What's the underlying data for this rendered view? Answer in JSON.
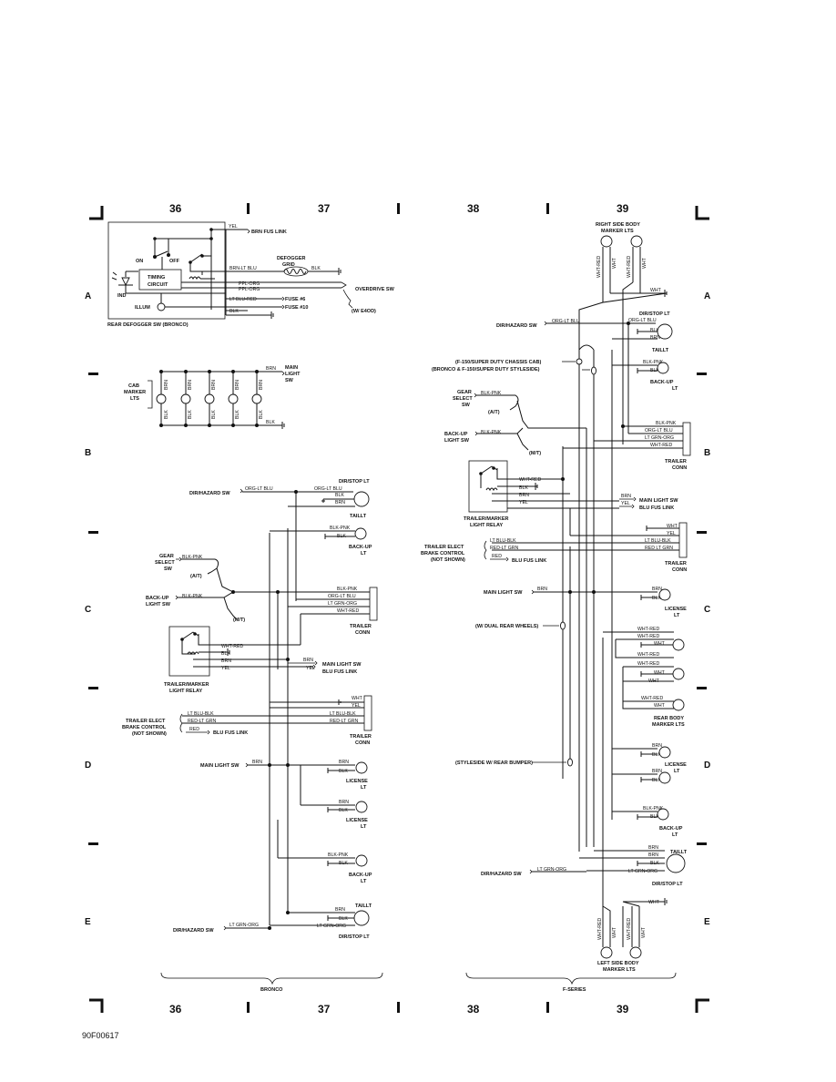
{
  "grid": {
    "columns": [
      "36",
      "37",
      "38",
      "39"
    ],
    "rows": [
      "A",
      "B",
      "C",
      "D",
      "E"
    ]
  },
  "doc_id": "90F00617",
  "sections": {
    "bronco": "BRONCO",
    "fseries": "F-SERIES"
  },
  "defogger": {
    "caption": "REAR DEFOGGER SW (BRONCO)",
    "on": "ON",
    "off": "OFF",
    "timing1": "TIMING",
    "timing2": "CIRCUIT",
    "ind": "IND",
    "illum": "ILLUM",
    "w_yel": "YEL",
    "brn_fus": "BRN FUS LINK",
    "grid1": "DEFOGGER",
    "grid2": "GRID",
    "w_brn_ltblu": "BRN-LT BLU",
    "w_blk": "BLK",
    "w_ppl_org1": "PPL-ORG",
    "w_ppl_org2": "PPL-ORG",
    "overdrive": "OVERDRIVE SW",
    "w_ltblu_red": "LT BLU-RED",
    "fuse6": "FUSE #6",
    "fuse10": "FUSE #10",
    "w_blk2": "BLK",
    "e4od": "(W/ E4OD)"
  },
  "cab_marker": {
    "label1": "CAB",
    "label2": "MARKER",
    "label3": "LTS",
    "w_brn": "BRN",
    "w_blk": "BLK",
    "main1": "MAIN",
    "main2": "LIGHT",
    "main3": "SW",
    "lamp_wires": [
      "BRN",
      "BRN",
      "BRN",
      "BRN",
      "BRN",
      "BLK",
      "BLK",
      "BLK",
      "BLK",
      "BLK"
    ]
  },
  "bronco": {
    "dirhaz": "DIR/HAZARD SW",
    "w_org_ltblu": "ORG-LT BLU",
    "dirstop": "DIR/STOP LT",
    "w_org_ltblu2": "ORG-LT BLU",
    "w_blk": "BLK",
    "w_brn": "BRN",
    "taillt": "TAILLT",
    "w_blk_pnk": "BLK-PNK",
    "w_blk2": "BLK",
    "backup1": "BACK-UP",
    "backup2": "LT",
    "gear1": "GEAR",
    "gear2": "SELECT",
    "gear3": "SW",
    "w_gear_blk_pnk": "BLK-PNK",
    "at": "(A/T)",
    "backupsw1": "BACK-UP",
    "backupsw2": "LIGHT SW",
    "w_bu_blk_pnk": "BLK-PNK",
    "mt": "(M/T)",
    "conn_wires": [
      "BLK-PNK",
      "ORG-LT BLU",
      "LT GRN-ORG",
      "WHT-RED"
    ],
    "trailer_conn1": "TRAILER",
    "trailer_conn2": "CONN",
    "relay_wires": [
      "WHT-RED",
      "BLK",
      "BRN",
      "YEL"
    ],
    "relay1": "TRAILER/MARKER",
    "relay2": "LIGHT RELAY",
    "w_brn_main": "BRN",
    "mainsw": "MAIN LIGHT SW",
    "w_yel": "YEL",
    "blufus": "BLU FUS LINK",
    "conn2_wires": [
      "WHT",
      "YEL",
      "LT BLU-BLK",
      "RED-LT GRN"
    ],
    "trailer_conn3": "TRAILER",
    "trailer_conn4": "CONN",
    "elect1": "TRAILER ELECT",
    "elect2": "BRAKE CONTROL",
    "elect3": "(NOT SHOWN)",
    "w_ltblu_blk": "LT BLU-BLK",
    "w_red_ltgrn": "RED-LT GRN",
    "w_red": "RED",
    "blufus2": "BLU FUS LINK",
    "mainsw2": "MAIN LIGHT SW",
    "w_brn2": "BRN",
    "lic_w1": "BRN",
    "lic_w2": "BLK",
    "license1": "LICENSE",
    "license2": "LT",
    "lic2_w1": "BRN",
    "lic2_w2": "BLK",
    "license3": "LICENSE",
    "license4": "LT",
    "bu2_w1": "BLK-PNK",
    "bu2_w2": "BLK",
    "backup3": "BACK-UP",
    "backup4": "LT",
    "taillt2": "TAILLT",
    "t_w1": "BRN",
    "t_w2": "BLK",
    "t_w3": "LT GRN-ORG",
    "dirhaz2": "DIR/HAZARD SW",
    "w_ltgrn_org": "LT GRN-ORG",
    "dirstop2": "DIR/STOP LT"
  },
  "fseries": {
    "rsbody1": "RIGHT SIDE BODY",
    "rsbody2": "MARKER LTS",
    "rs_wires": [
      "WHT-RED",
      "WHT",
      "WHT-RED",
      "WHT"
    ],
    "rs_wht": "WHT",
    "dirstop": "DIR/STOP LT",
    "dirhaz": "DIR/HAZARD SW",
    "w_org_ltblu": "ORG-LT BLU",
    "w_org_ltblu2": "ORG-LT BLU",
    "w_blk": "BLK",
    "w_brn": "BRN",
    "taillt": "TAILLT",
    "f150cc": "(F-150/SUPER DUTY CHASSIS CAB)",
    "f150ss": "(BRONCO & F-150/SUPER DUTY STYLESIDE)",
    "w_blk_pnk": "BLK-PNK",
    "w_blk2": "BLK",
    "backup1": "BACK-UP",
    "backup2": "LT",
    "gear1": "GEAR",
    "gear2": "SELECT",
    "gear3": "SW",
    "w_gear": "BLK-PNK",
    "at": "(A/T)",
    "backupsw1": "BACK-UP",
    "backupsw2": "LIGHT SW",
    "w_bu": "BLK-PNK",
    "mt": "(M/T)",
    "conn_wires": [
      "BLK-PNK",
      "ORG-LT BLU",
      "LT GRN-ORG",
      "WHT-RED"
    ],
    "tconn1": "TRAILER",
    "tconn2": "CONN",
    "relay_wires": [
      "WHT-RED",
      "BLK",
      "BRN",
      "YEL"
    ],
    "relay1": "TRAILER/MARKER",
    "relay2": "LIGHT RELAY",
    "w_brn_main": "BRN",
    "mainsw": "MAIN LIGHT SW",
    "w_yel": "YEL",
    "blufus": "BLU FUS LINK",
    "conn2_wires": [
      "WHT",
      "YEL",
      "LT BLU-BLK",
      "RED LT GRN"
    ],
    "tconn3": "TRAILER",
    "tconn4": "CONN",
    "elect1": "TRAILER ELECT",
    "elect2": "BRAKE CONTROL",
    "elect3": "(NOT SHOWN)",
    "w_ltblu_blk": "LT BLU-BLK",
    "w_red_ltgrn": "RED-LT GRN",
    "w_red": "RED",
    "blufus2": "BLU FUS LINK",
    "mainsw2": "MAIN LIGHT SW",
    "w_brn2": "BRN",
    "lic_w1": "BRN",
    "lic_w2": "BLK",
    "license1": "LICENSE",
    "license2": "LT",
    "dual": "(W/ DUAL REAR WHEELS)",
    "rear_wires": [
      "WHT-RED",
      "WHT-RED",
      "WHT",
      "WHT-RED",
      "WHT-RED",
      "WHT",
      "WHT",
      "WHT-RED",
      "WHT"
    ],
    "rear1": "REAR BODY",
    "rear2": "MARKER LTS",
    "styleside": "(STYLESIDE W/ REAR BUMPER)",
    "l1_w1": "BRN",
    "l1_w2": "BLK",
    "license3": "LICENSE",
    "license4": "LT",
    "l2_w1": "BRN",
    "l2_w2": "BLK",
    "bu_w1": "BLK-PNK",
    "bu_w2": "BLK",
    "backup3": "BACK-UP",
    "backup4": "LT",
    "t_w1": "BRN",
    "t_w2": "BRN",
    "t_w3": "BLK",
    "t_w4": "LT GRN-ORG",
    "taillt2": "TAILLT",
    "dirhaz2": "DIR/HAZARD SW",
    "w_ltgrn": "LT GRN-ORG",
    "dirstop2": "DIR/STOP LT",
    "ls_wires": [
      "WHT-RED",
      "WHT",
      "WHT-RED",
      "WHT"
    ],
    "ls_wht": "WHT",
    "lsbody1": "LEFT SIDE BODY",
    "lsbody2": "MARKER LTS"
  }
}
